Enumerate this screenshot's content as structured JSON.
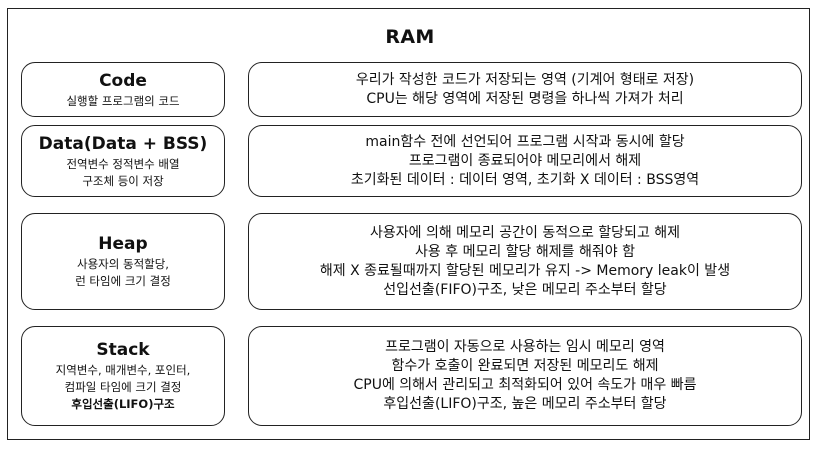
{
  "title": "RAM",
  "segments": [
    {
      "name": "Code",
      "desc": [
        "실행할 프로그램의 코드"
      ],
      "details": [
        "우리가 작성한 코드가 저장되는 영역 (기계어 형태로 저장)",
        "CPU는 해당 영역에 저장된 명령을 하나씩 가져가 처리"
      ]
    },
    {
      "name": "Data(Data + BSS)",
      "desc": [
        "전역변수 정적변수 배열",
        "구조체 등이 저장"
      ],
      "details": [
        "main함수 전에 선언되어 프로그램 시작과 동시에 할당",
        "프로그램이 종료되어야 메모리에서 해제",
        "초기화된 데이터 : 데이터 영역, 초기화 X 데이터 : BSS영역"
      ]
    },
    {
      "name": "Heap",
      "desc": [
        "사용자의 동적할당,",
        "런 타임에 크기 결정"
      ],
      "details": [
        "사용자에 의해 메모리 공간이 동적으로 할당되고 해제",
        "사용 후 메모리 할당 해제를 해줘야 함",
        "해제 X 종료될때까지 할당된 메모리가 유지 -> Memory leak이 발생",
        "선입선출(FIFO)구조, 낮은 메모리 주소부터 할당"
      ]
    },
    {
      "name": "Stack",
      "desc": [
        "지역변수, 매개변수, 포인터,",
        "컴파일 타임에 크기 결정",
        "후입선출(LIFO)구조"
      ],
      "details": [
        "프로그램이 자동으로 사용하는 임시 메모리 영역",
        "함수가 호출이 완료되면 저장된 메모리도 해제",
        "CPU에 의해서 관리되고 최적화되어 있어 속도가 매우 빠름",
        "후입선출(LIFO)구조, 높은 메모리 주소부터 할당"
      ]
    }
  ]
}
